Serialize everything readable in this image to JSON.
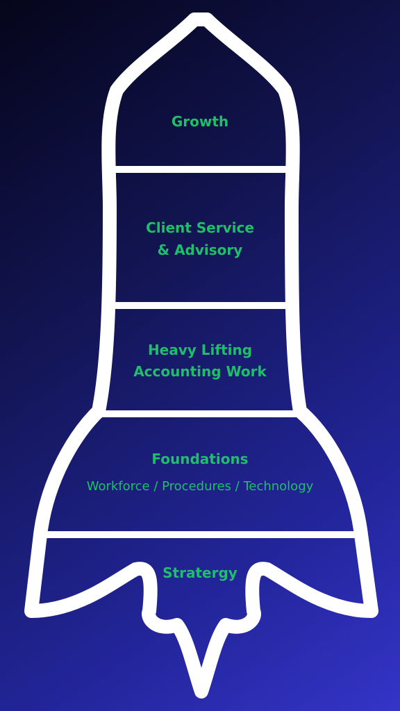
{
  "colors": {
    "background_start": "#05051a",
    "background_end": "#3434c8",
    "outline": "#ffffff",
    "text": "#1fbf6a"
  },
  "sections": [
    {
      "title": "Growth"
    },
    {
      "title_line1": "Client Service",
      "title_line2": "& Advisory"
    },
    {
      "title_line1": "Heavy Lifting",
      "title_line2": "Accounting Work"
    },
    {
      "title": "Foundations",
      "subtitle": "Workforce / Procedures / Technology"
    },
    {
      "title": "Stratergy"
    }
  ]
}
